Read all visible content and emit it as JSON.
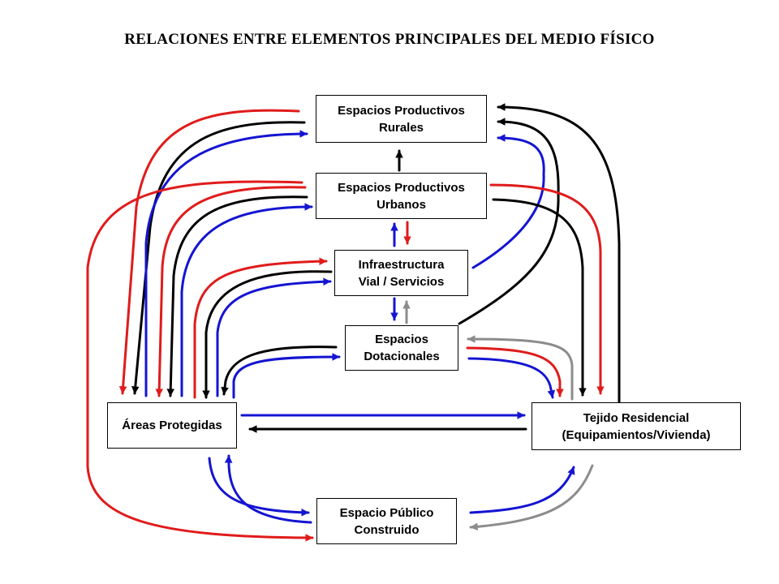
{
  "title": "RELACIONES ENTRE ELEMENTOS PRINCIPALES DEL MEDIO FÍSICO",
  "colors": {
    "red": "#e01b1b",
    "black": "#000000",
    "blue": "#1414d2",
    "gray": "#8c8c8c"
  },
  "nodes": {
    "rurales": {
      "line1": "Espacios Productivos",
      "line2": "Rurales"
    },
    "urbanos": {
      "line1": "Espacios Productivos",
      "line2": "Urbanos"
    },
    "infra": {
      "line1": "Infraestructura",
      "line2": "Vial / Servicios"
    },
    "dotacionales": {
      "line1": "Espacios",
      "line2": "Dotacionales"
    },
    "areas": {
      "line1": "Áreas Protegidas"
    },
    "tejido": {
      "line1": "Tejido Residencial",
      "line2": "(Equipamientos/Vivienda)"
    },
    "publico": {
      "line1": "Espacio Público",
      "line2": "Construido"
    }
  },
  "relations": [
    {
      "from": "rurales",
      "to": "areas",
      "color": "red"
    },
    {
      "from": "rurales",
      "to": "areas",
      "color": "black"
    },
    {
      "from": "areas",
      "to": "rurales",
      "color": "blue"
    },
    {
      "from": "urbanos",
      "to": "publico",
      "color": "red"
    },
    {
      "from": "urbanos",
      "to": "areas",
      "color": "red"
    },
    {
      "from": "urbanos",
      "to": "areas",
      "color": "black"
    },
    {
      "from": "areas",
      "to": "urbanos",
      "color": "blue"
    },
    {
      "from": "areas",
      "to": "infra",
      "color": "red"
    },
    {
      "from": "areas",
      "to": "infra",
      "color": "black"
    },
    {
      "from": "areas",
      "to": "infra",
      "color": "blue"
    },
    {
      "from": "areas",
      "to": "dotacionales",
      "color": "black"
    },
    {
      "from": "areas",
      "to": "dotacionales",
      "color": "blue"
    },
    {
      "from": "urbanos",
      "to": "rurales",
      "color": "black"
    },
    {
      "from": "urbanos",
      "to": "infra",
      "color": "red"
    },
    {
      "from": "infra",
      "to": "urbanos",
      "color": "blue"
    },
    {
      "from": "infra",
      "to": "dotacionales",
      "color": "blue"
    },
    {
      "from": "dotacionales",
      "to": "infra",
      "color": "gray"
    },
    {
      "from": "tejido",
      "to": "rurales",
      "color": "black"
    },
    {
      "from": "dotacionales",
      "to": "rurales",
      "color": "black"
    },
    {
      "from": "infra",
      "to": "rurales",
      "color": "blue"
    },
    {
      "from": "urbanos",
      "to": "tejido",
      "color": "red"
    },
    {
      "from": "urbanos",
      "to": "tejido",
      "color": "black"
    },
    {
      "from": "tejido",
      "to": "dotacionales",
      "color": "gray"
    },
    {
      "from": "dotacionales",
      "to": "tejido",
      "color": "red"
    },
    {
      "from": "dotacionales",
      "to": "tejido",
      "color": "blue"
    },
    {
      "from": "areas",
      "to": "tejido",
      "color": "blue"
    },
    {
      "from": "tejido",
      "to": "areas",
      "color": "black"
    },
    {
      "from": "areas",
      "to": "publico",
      "color": "blue"
    },
    {
      "from": "publico",
      "to": "areas",
      "color": "blue"
    },
    {
      "from": "publico",
      "to": "tejido",
      "color": "blue"
    },
    {
      "from": "tejido",
      "to": "publico",
      "color": "gray"
    }
  ]
}
